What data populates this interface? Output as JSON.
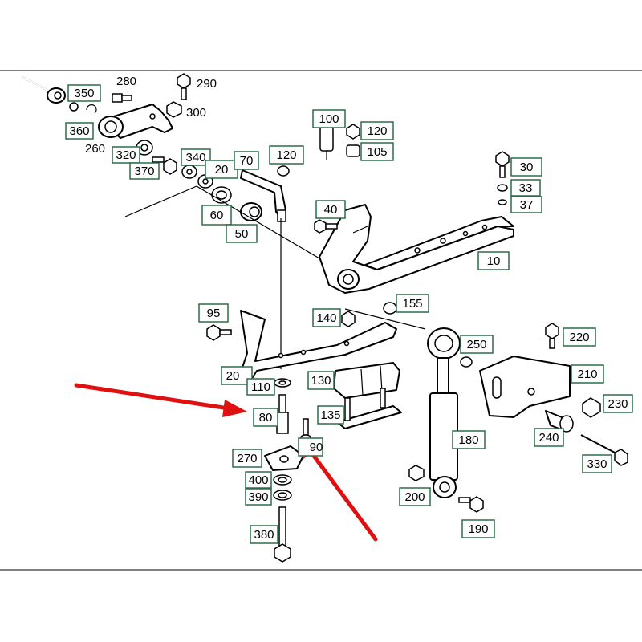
{
  "diagram": {
    "callouts_boxed": [
      "350",
      "360",
      "320",
      "370",
      "340",
      "20",
      "70",
      "120",
      "100",
      "120",
      "105",
      "60",
      "50",
      "40",
      "30",
      "33",
      "37",
      "10",
      "95",
      "140",
      "155",
      "250",
      "220",
      "210",
      "230",
      "20",
      "110",
      "130",
      "135",
      "80",
      "90",
      "270",
      "400",
      "390",
      "380",
      "180",
      "240",
      "330",
      "200",
      "190"
    ],
    "callouts_plain": [
      "280",
      "290",
      "300",
      "260"
    ],
    "arrow_color": "#e01010",
    "box_color": "#2e6b4a"
  }
}
